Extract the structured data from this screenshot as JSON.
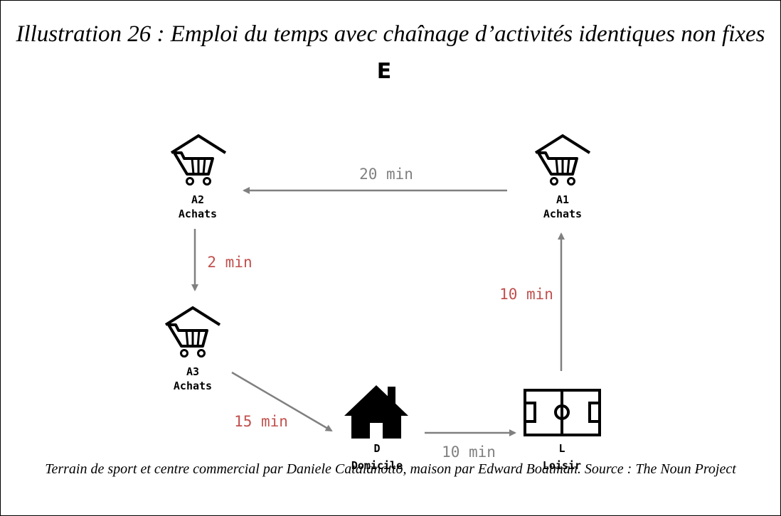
{
  "title": "Illustration 26 : Emploi du temps avec chaînage d’activités identiques non fixes",
  "panel_letter": "E",
  "caption": "Terrain de sport et centre commercial par Daniele Catalanotto, maison par Edward Boatman. Source : The Noun Project",
  "colors": {
    "arrow": "#808080",
    "time_red": "#c0504d",
    "time_gray": "#808080",
    "icon": "#000000"
  },
  "nodes": {
    "a2": {
      "code": "A2",
      "label": "Achats",
      "icon": "shopping-cart-icon"
    },
    "a1": {
      "code": "A1",
      "label": "Achats",
      "icon": "shopping-cart-icon"
    },
    "a3": {
      "code": "A3",
      "label": "Achats",
      "icon": "shopping-cart-icon"
    },
    "d": {
      "code": "D",
      "label": "Domicile",
      "icon": "house-icon"
    },
    "l": {
      "code": "L",
      "label": "Loisir",
      "icon": "sports-field-icon"
    }
  },
  "edges": {
    "a1_to_a2": {
      "time": "20 min",
      "color": "gray"
    },
    "a2_to_a3": {
      "time": "2 min",
      "color": "red"
    },
    "a3_to_d": {
      "time": "15 min",
      "color": "red"
    },
    "d_to_l": {
      "time": "10 min",
      "color": "gray"
    },
    "l_to_a1": {
      "time": "10 min",
      "color": "red"
    }
  }
}
